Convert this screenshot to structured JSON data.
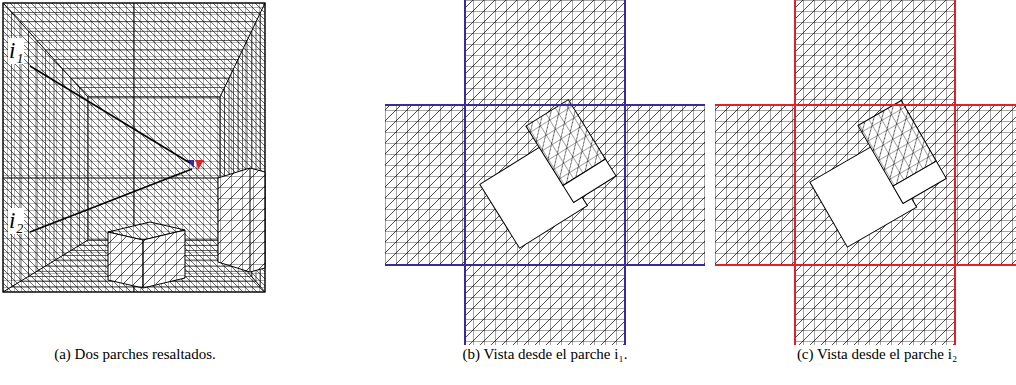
{
  "diagram": {
    "labels": [
      "i₁",
      "i₂",
      "(a) Dos parches resaltados.",
      "(b) Vista desde el parche i₁.",
      "(c) Vista desde el parche i₂"
    ]
  }
}
